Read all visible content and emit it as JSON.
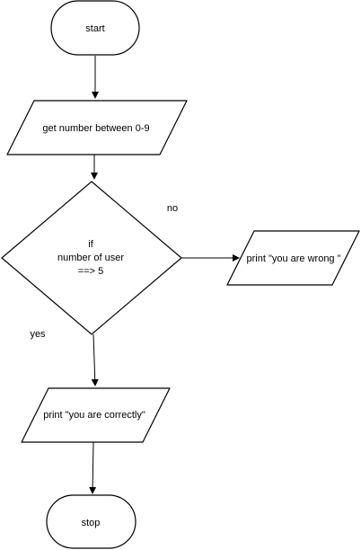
{
  "flowchart": {
    "start_label": "start",
    "input_label": "get number between 0-9",
    "decision_lines": [
      "if",
      "number of  user",
      "==> 5"
    ],
    "no_label": "no",
    "yes_label": "yes",
    "wrong_label": "print \"you are wrong \"",
    "correct_label": "print \"you are correctly\"",
    "stop_label": "stop"
  },
  "colors": {
    "stroke": "#000000",
    "fill": "#ffffff",
    "text": "#000000"
  }
}
